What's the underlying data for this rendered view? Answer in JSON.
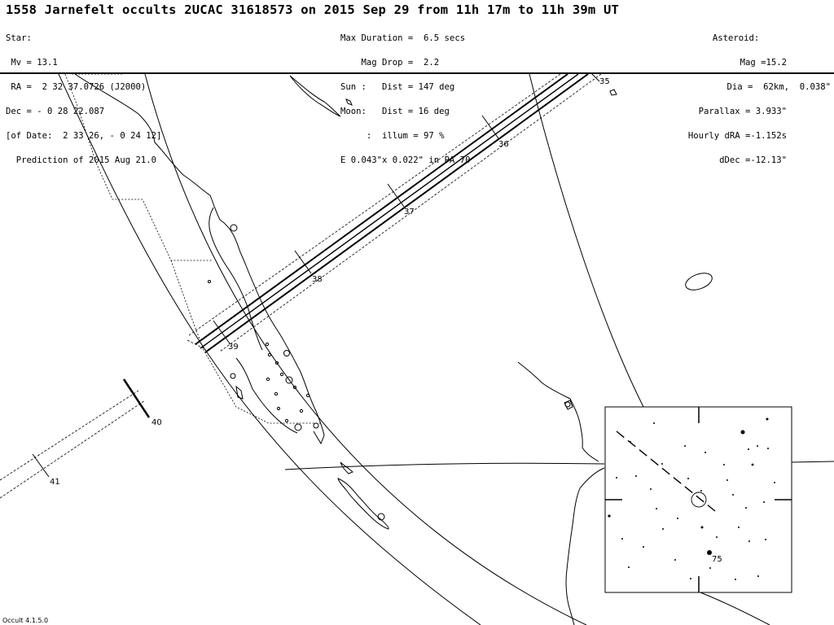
{
  "header": {
    "title": "1558 Jarnefelt occults 2UCAC 31618573 on 2015 Sep 29 from 11h 17m to 11h 39m UT",
    "star": {
      "heading": "Star:",
      "mv": " Mv = 13.1",
      "ra": " RA =  2 32 37.0726 (J2000)",
      "dec": "Dec = - 0 28 22.087",
      "of_date": "[of Date:  2 33 26, - 0 24 12]",
      "prediction": "  Prediction of 2015 Aug 21.0"
    },
    "event": {
      "max_duration": "Max Duration =  6.5 secs",
      "mag_drop": "    Mag Drop =  2.2",
      "sun": "Sun :   Dist = 147 deg",
      "moon": "Moon:   Dist = 16 deg",
      "illum": "     :  illum = 97 %",
      "ellipse": "E 0.043\"x 0.022\" in PA 70"
    },
    "asteroid": {
      "heading": "Asteroid:",
      "mag": "Mag =15.2",
      "dia": "Dia =  62km,  0.038\"",
      "parallax": "Parallax = 3.933\"",
      "hourly_dra": "Hourly dRA =-1.152s",
      "ddec": "dDec =-12.13\""
    }
  },
  "map": {
    "time_labels": [
      "35",
      "36",
      "37",
      "38",
      "39",
      "40",
      "41"
    ],
    "star_chart_label": "75"
  },
  "footer": {
    "version": "Occult 4.1.5.0"
  }
}
